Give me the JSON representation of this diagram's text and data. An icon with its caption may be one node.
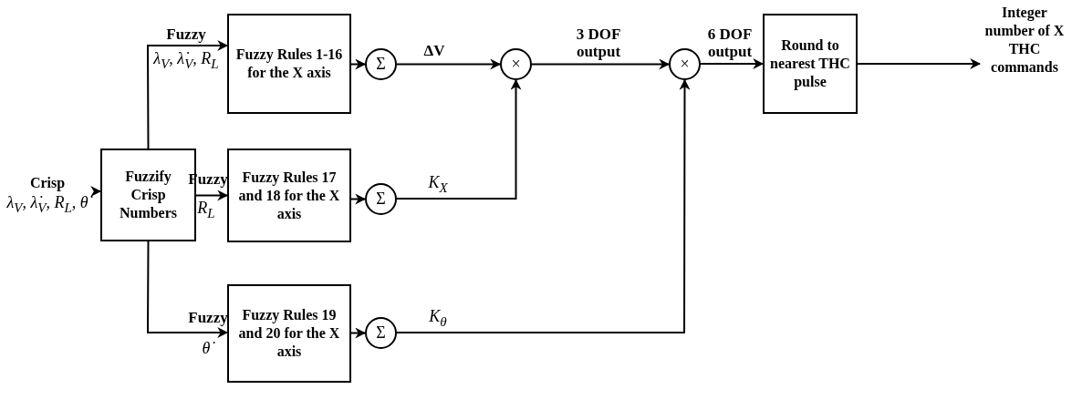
{
  "diagram": {
    "nodes": [
      {
        "text": [
          "Crisp",
          "λ$_{V}$, λ̇$_{V}$, R$_{L}$, θ̇"
        ]
      },
      {
        "text": [
          "Fuzzify Crisp Numbers"
        ]
      },
      {
        "text": [
          "Fuzzy Rules 1-16 for the X axis"
        ]
      },
      {
        "text": [
          "Fuzzy Rules 17 and 18 for the X axis"
        ]
      },
      {
        "text": [
          "Fuzzy Rules 19 and 20 for the X axis"
        ]
      },
      {
        "text": [
          "Σ"
        ]
      },
      {
        "text": [
          "Σ"
        ]
      },
      {
        "text": [
          "Σ"
        ]
      },
      {
        "text": [
          "×"
        ]
      },
      {
        "text": [
          "×"
        ]
      },
      {
        "text": [
          "Round to nearest THC pulse"
        ]
      },
      {
        "text": [
          "Integer number of X THC commands"
        ]
      }
    ],
    "edges": [
      {
        "from": 0,
        "to": 1,
        "arrow": "to"
      },
      {
        "from": 1,
        "to": 2,
        "arrow": "to",
        "label": "Fuzzy"
      },
      {
        "from": 1,
        "to": 3,
        "arrow": "to",
        "label": "Fuzzy"
      },
      {
        "from": 1,
        "to": 4,
        "arrow": "to",
        "label": "Fuzzy"
      },
      {
        "from": 2,
        "to": 5,
        "arrow": "to"
      },
      {
        "from": 3,
        "to": 6,
        "arrow": "to"
      },
      {
        "from": 4,
        "to": 7,
        "arrow": "to"
      },
      {
        "from": 5,
        "to": 8,
        "arrow": "to",
        "label": "ΔV"
      },
      {
        "from": 6,
        "to": 8,
        "arrow": "to",
        "label": "K$_{X}$"
      },
      {
        "from": 8,
        "to": 9,
        "arrow": "to",
        "label": "3 DOF output"
      },
      {
        "from": 7,
        "to": 9,
        "arrow": "to",
        "label": "K$_{θ}$"
      },
      {
        "from": 9,
        "to": 10,
        "arrow": "to",
        "label": "6 DOF output"
      },
      {
        "from": 10,
        "to": 11,
        "arrow": "to"
      }
    ],
    "labels": [
      "λ$_{V}$, λ̇$_{V}$, R$_{L}$",
      "R$_{L}$",
      "θ̇"
    ]
  }
}
